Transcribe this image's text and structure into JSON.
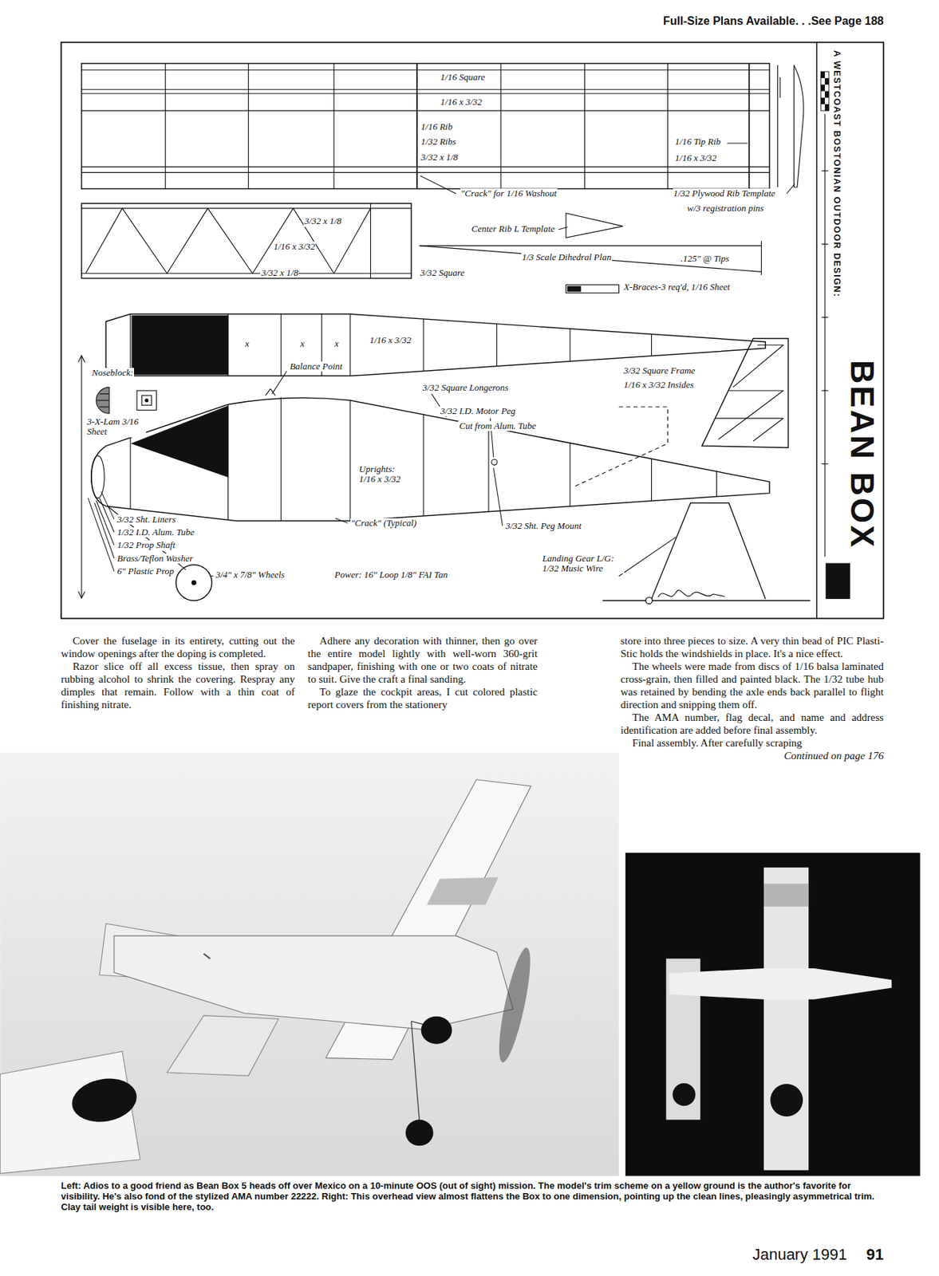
{
  "diagram": {
    "title": "BEAN BOX",
    "caption": "Left: Adios to a good friend as Bean Box 5 heads off over Mexico on a 10-minute OOS (out of sight) mission. The model's trim scheme on a yellow ground is the author's favorite for visibility. He's also fond of the stylized AMA number 22222. Right: This overhead view almost flattens the Box to one dimension, pointing up the clean lines, pleasingly asymmetrical trim. Clay tail weight is visible here, too.",
    "labels": [
      "Full-Size Plans Available. . .See Page 188",
      "1/16 Square",
      "1/16 x 3/32",
      "1/16 Rib",
      "1/32 Ribs",
      "3/32 x 1/8",
      "1/16 Tip Rib",
      "1/16 x 3/32",
      "\"Crack\" for 1/16 Washout",
      "1/32 Plywood Rib Template",
      "w/3 registration pins",
      "3/32 x 1/8",
      "Center Rib L Template",
      "1/16 x 3/32",
      "1/3 Scale Dihedral Plan",
      ".125\" @ Tips",
      "3/32 x 1/8",
      "3/32 Square",
      "X-Braces-3 req'd, 1/16 Sheet",
      "x",
      "x",
      "x",
      "1/16 x 3/32",
      "3/32 Square Frame",
      "1/16 x 3/32 Insides",
      "Noseblock:",
      "Balance Point",
      "3/32 Square Longerons",
      "3/32 I.D. Motor Peg",
      "Cut from Alum. Tube",
      "3-X-Lam 3/16 Sheet",
      "Uprights: 1/16 x 3/32",
      "3/32 Sht. Liners",
      "1/32 I.D. Alum. Tube",
      "1/32 Prop Shaft",
      "Brass/Teflon Washer",
      "6\" Plastic Prop",
      "\"Crack\" (Typical)",
      "3/32 Sht. Peg Mount",
      "Landing Gear L/G: 1/32 Music Wire",
      "3/4\" x 7/8\" Wheels",
      "Power: 16\" Loop 1/8\" FAI Tan",
      "A WESTCOAST BOSTONIAN OUTDOOR DESIGN:",
      "Cover the fuselage in its entirety, cutting out the window openings after the doping is completed.",
      "Razor slice off all excess tissue, then spray on rubbing alcohol to shrink the covering. Respray any dimples that remain. Follow with a thin coat of finishing nitrate.",
      "Adhere any decoration with thinner, then go over the entire model lightly with well-worn 360-grit sandpaper, finishing with one or two coats of nitrate to suit. Give the craft a final sanding.",
      "To glaze the cockpit areas, I cut colored plastic report covers from the stationery",
      "store into three pieces to size. A very thin bead of PIC Plasti-Stic holds the windshields in place. It's a nice effect.",
      "The wheels were made from discs of 1/16 balsa laminated cross-grain, then filled and painted black. The 1/32 tube hub was retained by bending the axle ends back parallel to flight direction and snipping them off.",
      "The AMA number, flag decal, and name and address identification are added before final assembly.",
      "Final assembly. After carefully scraping",
      "Continued on page 176",
      "January 1991",
      "91"
    ]
  }
}
